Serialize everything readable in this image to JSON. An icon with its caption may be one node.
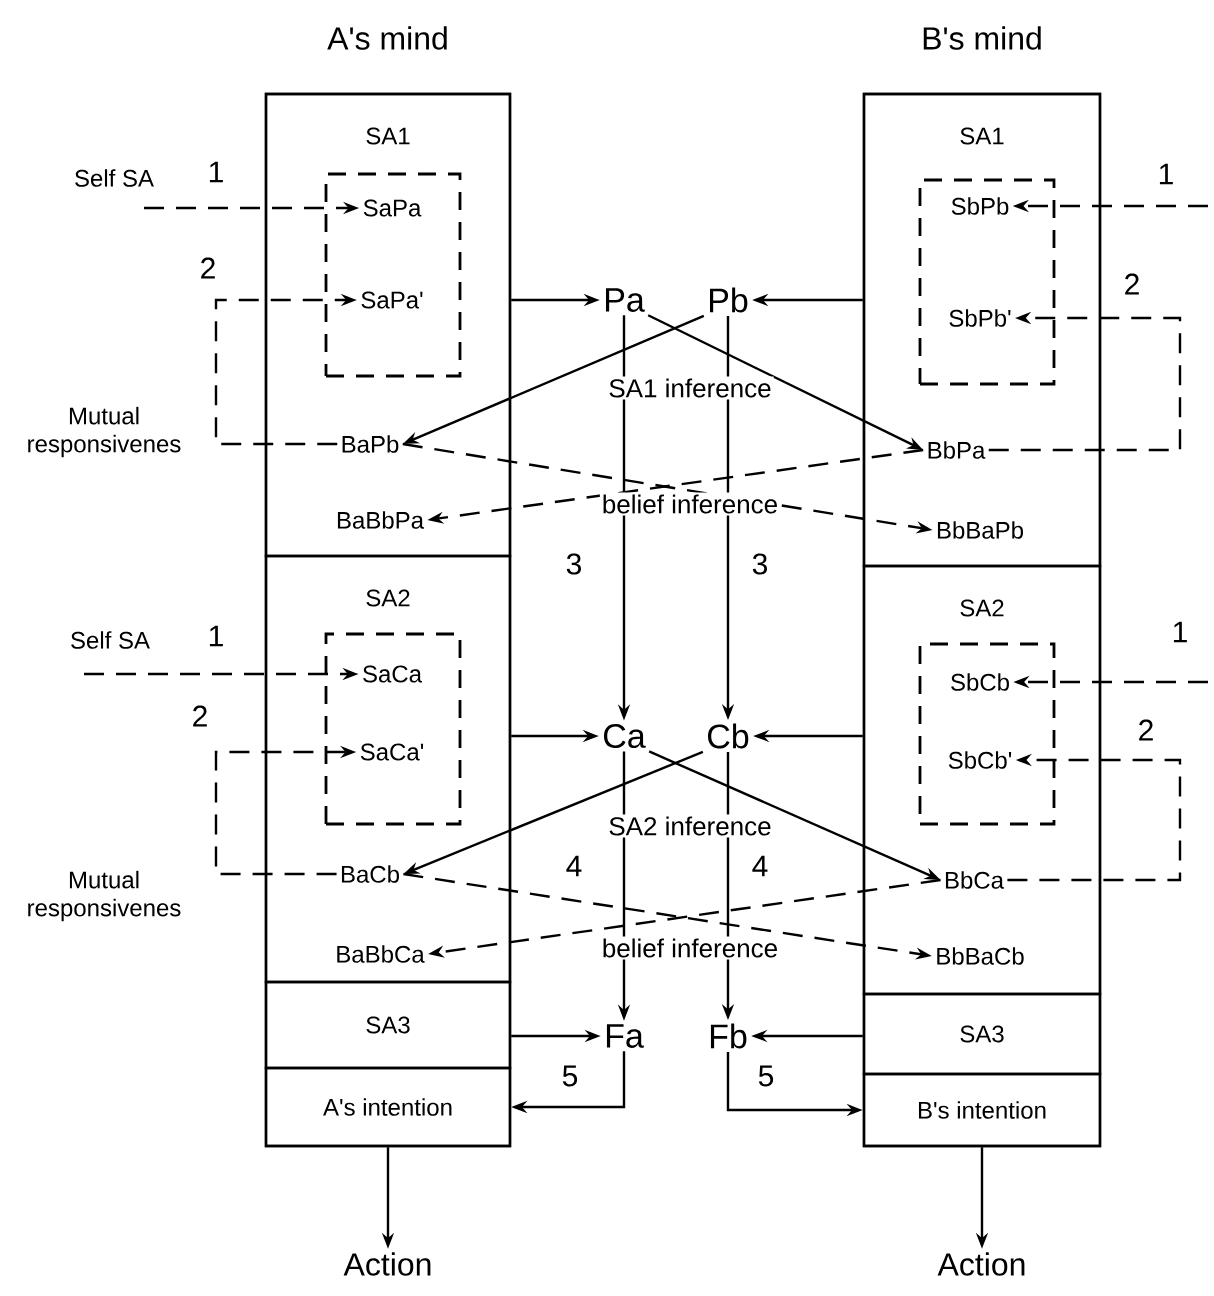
{
  "diagram": {
    "nodes": [
      {
        "text": [
          "A's mind"
        ]
      },
      {
        "text": [
          "SA1"
        ],
        "in": 0
      },
      {
        "text": [],
        "shape": "box",
        "in": 1
      },
      {
        "text": [
          "SaPa"
        ],
        "in": 2
      },
      {
        "text": [
          "SaPa'"
        ],
        "in": 2
      },
      {
        "text": [
          "BaPb"
        ],
        "in": 1
      },
      {
        "text": [
          "BaBbPa"
        ],
        "in": 1
      },
      {
        "text": [
          "SA2"
        ],
        "in": 0
      },
      {
        "text": [],
        "shape": "box",
        "in": 7
      },
      {
        "text": [
          "SaCa"
        ],
        "in": 8
      },
      {
        "text": [
          "SaCa'"
        ],
        "in": 8
      },
      {
        "text": [
          "BaCb"
        ],
        "in": 7
      },
      {
        "text": [
          "BaBbCa"
        ],
        "in": 7
      },
      {
        "text": [
          "SA3"
        ],
        "in": 0
      },
      {
        "text": [
          "A's intention"
        ],
        "in": 0
      },
      {
        "text": [
          "B's mind"
        ]
      },
      {
        "text": [
          "SA1"
        ],
        "in": 15
      },
      {
        "text": [],
        "shape": "box",
        "in": 16
      },
      {
        "text": [
          "SbPb"
        ],
        "in": 17
      },
      {
        "text": [
          "SbPb'"
        ],
        "in": 17
      },
      {
        "text": [
          "BbPa"
        ],
        "in": 16
      },
      {
        "text": [
          "BbBaPb"
        ],
        "in": 16
      },
      {
        "text": [
          "SA2"
        ],
        "in": 15
      },
      {
        "text": [],
        "shape": "box",
        "in": 22
      },
      {
        "text": [
          "SbCb"
        ],
        "in": 23
      },
      {
        "text": [
          "SbCb'"
        ],
        "in": 23
      },
      {
        "text": [
          "BbCa"
        ],
        "in": 22
      },
      {
        "text": [
          "BbBaCb"
        ],
        "in": 22
      },
      {
        "text": [
          "SA3"
        ],
        "in": 15
      },
      {
        "text": [
          "B's intention"
        ],
        "in": 15
      },
      {
        "text": [
          "Pa"
        ]
      },
      {
        "text": [
          "Pb"
        ]
      },
      {
        "text": [
          "Ca"
        ]
      },
      {
        "text": [
          "Cb"
        ]
      },
      {
        "text": [
          "Fa"
        ]
      },
      {
        "text": [
          "Fb"
        ]
      },
      {
        "text": [
          "Action"
        ]
      },
      {
        "text": [
          "Action"
        ]
      }
    ],
    "edges": [
      {
        "from": null,
        "to": 3,
        "arrow": "to",
        "label": "1",
        "style": "dashed"
      },
      {
        "from": 5,
        "to": 4,
        "arrow": "to",
        "label": "2",
        "style": "dashed"
      },
      {
        "from": 1,
        "to": 30,
        "arrow": "to"
      },
      {
        "from": 16,
        "to": 31,
        "arrow": "to"
      },
      {
        "from": 31,
        "to": 5,
        "arrow": "to"
      },
      {
        "from": 30,
        "to": 20,
        "arrow": "to"
      },
      {
        "from": 5,
        "to": 21,
        "arrow": "to",
        "style": "dashed"
      },
      {
        "from": 20,
        "to": 6,
        "arrow": "to",
        "style": "dashed"
      },
      {
        "from": 30,
        "to": 32,
        "arrow": "to",
        "label": "3"
      },
      {
        "from": 31,
        "to": 33,
        "arrow": "to",
        "label": "3"
      },
      {
        "from": 7,
        "to": 32,
        "arrow": "to"
      },
      {
        "from": 22,
        "to": 33,
        "arrow": "to"
      },
      {
        "from": 33,
        "to": 11,
        "arrow": "to"
      },
      {
        "from": 32,
        "to": 26,
        "arrow": "to"
      },
      {
        "from": 11,
        "to": 27,
        "arrow": "to",
        "style": "dashed"
      },
      {
        "from": 26,
        "to": 12,
        "arrow": "to",
        "style": "dashed"
      },
      {
        "from": 32,
        "to": 34,
        "arrow": "to",
        "label": "4"
      },
      {
        "from": 33,
        "to": 35,
        "arrow": "to",
        "label": "4"
      },
      {
        "from": 13,
        "to": 34,
        "arrow": "to"
      },
      {
        "from": 28,
        "to": 35,
        "arrow": "to"
      },
      {
        "from": 34,
        "to": 14,
        "arrow": "to",
        "label": "5"
      },
      {
        "from": 35,
        "to": 29,
        "arrow": "to",
        "label": "5"
      },
      {
        "from": 0,
        "to": 36,
        "arrow": "to"
      },
      {
        "from": 15,
        "to": 37,
        "arrow": "to"
      },
      {
        "from": null,
        "to": 9,
        "arrow": "to",
        "label": "1",
        "style": "dashed"
      },
      {
        "from": 11,
        "to": 10,
        "arrow": "to",
        "label": "2",
        "style": "dashed"
      },
      {
        "from": null,
        "to": 18,
        "arrow": "to",
        "label": "1",
        "style": "dashed"
      },
      {
        "from": 20,
        "to": 19,
        "arrow": "to",
        "label": "2",
        "style": "dashed"
      },
      {
        "from": null,
        "to": 24,
        "arrow": "to",
        "label": "1",
        "style": "dashed"
      },
      {
        "from": 26,
        "to": 25,
        "arrow": "to",
        "label": "2",
        "style": "dashed"
      }
    ],
    "labels": [
      "Self SA",
      "Mutual responsivenes",
      "SA1 inference",
      "belief inference",
      "Self SA",
      "Mutual responsivenes",
      "SA2 inference",
      "belief inference"
    ]
  }
}
